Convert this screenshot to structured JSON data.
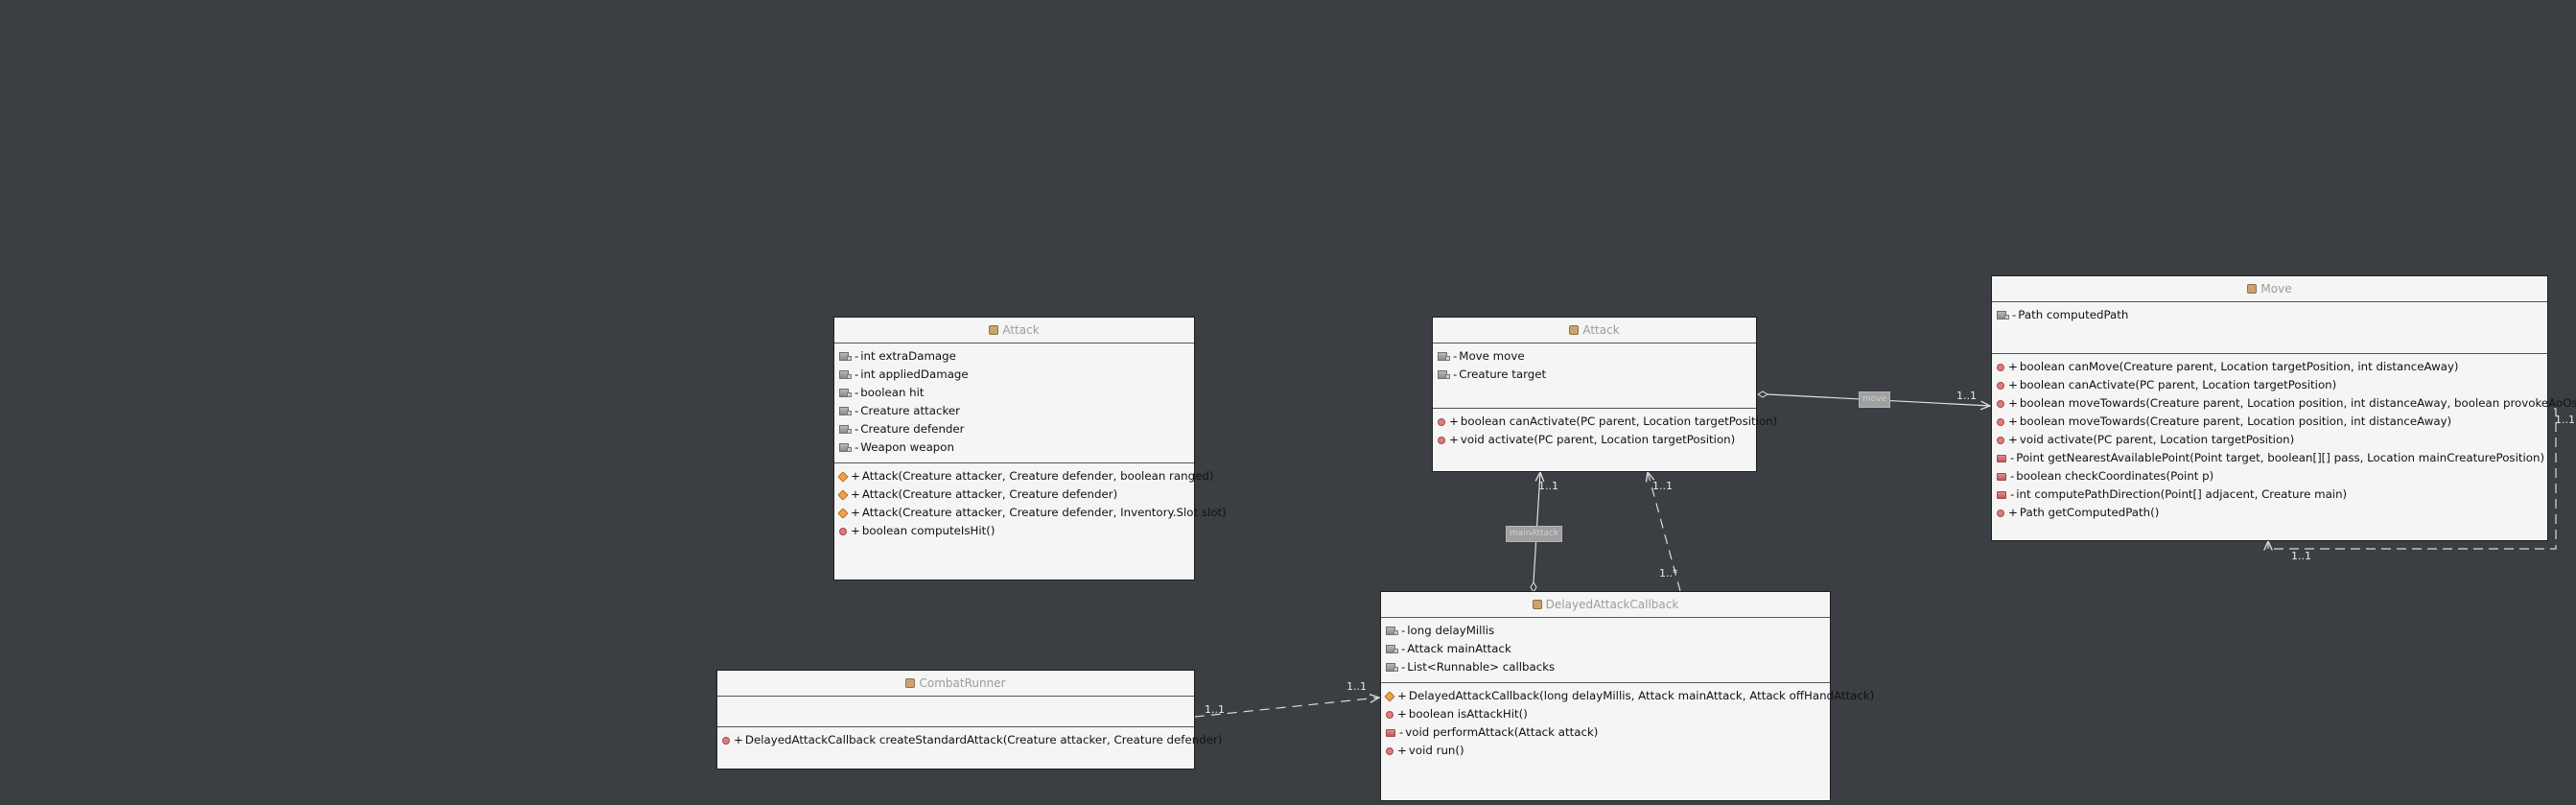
{
  "classes": {
    "attack_left": {
      "name": "Attack",
      "fields": [
        {
          "vis": "-",
          "text": "int extraDamage"
        },
        {
          "vis": "-",
          "text": "int appliedDamage"
        },
        {
          "vis": "-",
          "text": "boolean hit"
        },
        {
          "vis": "-",
          "text": "Creature attacker"
        },
        {
          "vis": "-",
          "text": "Creature defender"
        },
        {
          "vis": "-",
          "text": "Weapon weapon"
        }
      ],
      "methods": [
        {
          "vis": "+",
          "text": "Attack(Creature attacker, Creature defender, boolean ranged)",
          "kind": "ctor"
        },
        {
          "vis": "+",
          "text": "Attack(Creature attacker, Creature defender)",
          "kind": "ctor"
        },
        {
          "vis": "+",
          "text": "Attack(Creature attacker, Creature defender, Inventory.Slot slot)",
          "kind": "ctor"
        },
        {
          "vis": "+",
          "text": "boolean computeIsHit()",
          "kind": "method"
        }
      ]
    },
    "attack_mid": {
      "name": "Attack",
      "fields": [
        {
          "vis": "-",
          "text": "Move move"
        },
        {
          "vis": "-",
          "text": "Creature target"
        }
      ],
      "methods": [
        {
          "vis": "+",
          "text": "boolean canActivate(PC parent, Location targetPosition)",
          "kind": "method"
        },
        {
          "vis": "+",
          "text": "void activate(PC parent, Location targetPosition)",
          "kind": "method"
        }
      ]
    },
    "move": {
      "name": "Move",
      "fields": [
        {
          "vis": "-",
          "text": "Path computedPath"
        }
      ],
      "methods": [
        {
          "vis": "+",
          "text": "boolean canMove(Creature parent, Location targetPosition, int distanceAway)",
          "kind": "method"
        },
        {
          "vis": "+",
          "text": "boolean canActivate(PC parent, Location targetPosition)",
          "kind": "method"
        },
        {
          "vis": "+",
          "text": "boolean moveTowards(Creature parent, Location position, int distanceAway, boolean provokeAoOs)",
          "kind": "method"
        },
        {
          "vis": "+",
          "text": "boolean moveTowards(Creature parent, Location position, int distanceAway)",
          "kind": "method"
        },
        {
          "vis": "+",
          "text": "void activate(PC parent, Location targetPosition)",
          "kind": "method"
        },
        {
          "vis": "-",
          "text": "Point getNearestAvailablePoint(Point target, boolean[][] pass, Location mainCreaturePosition)",
          "kind": "priv"
        },
        {
          "vis": "-",
          "text": "boolean checkCoordinates(Point p)",
          "kind": "priv"
        },
        {
          "vis": "-",
          "text": "int computePathDirection(Point[] adjacent, Creature main)",
          "kind": "priv"
        },
        {
          "vis": "+",
          "text": "Path getComputedPath()",
          "kind": "method"
        }
      ]
    },
    "delayed": {
      "name": "DelayedAttackCallback",
      "fields": [
        {
          "vis": "-",
          "text": "long delayMillis"
        },
        {
          "vis": "-",
          "text": "Attack mainAttack"
        },
        {
          "vis": "-",
          "text": "List<Runnable> callbacks"
        }
      ],
      "methods": [
        {
          "vis": "+",
          "text": "DelayedAttackCallback(long delayMillis, Attack mainAttack, Attack offHandAttack)",
          "kind": "ctor"
        },
        {
          "vis": "+",
          "text": "boolean isAttackHit()",
          "kind": "method"
        },
        {
          "vis": "-",
          "text": "void performAttack(Attack attack)",
          "kind": "priv"
        },
        {
          "vis": "+",
          "text": "void run()",
          "kind": "method"
        }
      ]
    },
    "combat": {
      "name": "CombatRunner",
      "fields": [],
      "methods": [
        {
          "vis": "+",
          "text": "DelayedAttackCallback createStandardAttack(Creature attacker, Creature defender)",
          "kind": "method"
        }
      ]
    }
  },
  "multiplicities": {
    "attack_move_end": "1..1",
    "move_self_right": "1..1",
    "move_self_bottom": "1..1",
    "delayed_mainattack_end": "1..1",
    "delayed_dep_end": "1..1",
    "delayed_dep_start": "1..*",
    "combat_start": "1..1",
    "combat_end": "1..1"
  },
  "role_tags": {
    "move_tag": "move",
    "mainattack_tag": "mainAttack"
  }
}
